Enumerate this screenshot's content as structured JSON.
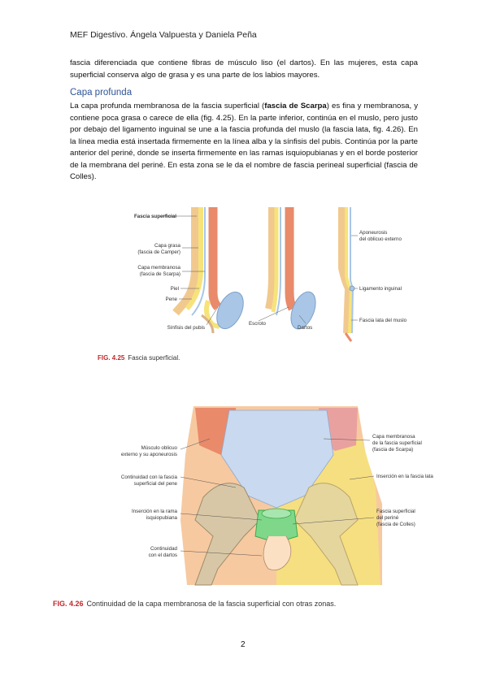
{
  "header": "MEF Digestivo. Ángela Valpuesta y Daniela Peña",
  "paragraph1": "fascia diferenciada que contiene fibras de músculo liso (el dartos). En las mujeres, esta capa superficial conserva algo de grasa y es una parte de los labios mayores.",
  "subheading": "Capa profunda",
  "paragraph2": {
    "part1": "La capa profunda membranosa de la fascia superficial (",
    "bold": "fascia de Scarpa",
    "part2": ") es fina y membranosa, y contiene poca grasa o carece de ella (fig. 4.25). En la parte inferior, continúa en el muslo, pero justo por debajo del ligamento inguinal se une a la fascia profunda del muslo (la fascia lata, fig. 4.26). En la línea media está insertada firmemente en la línea alba y la sínfisis del pubis. Continúa por la parte anterior del periné, donde se inserta firmemente en las ramas isquiopubianas y en el borde posterior de la membrana del periné. En esta zona se le da el nombre de fascia perineal superficial (fascia de Colles)."
  },
  "figure1": {
    "labels": {
      "fascia_superficial": "Fascia superficial",
      "capa_grasa_1": "Capa grasa",
      "capa_grasa_2": "(fascia de Camper)",
      "capa_membranosa_1": "Capa membranosa",
      "capa_membranosa_2": "(fascia de Scarpa)",
      "piel": "Piel",
      "pene": "Pene",
      "sinfisis": "Sínfisis del pubis",
      "escroto": "Escroto",
      "dartos": "Dartos",
      "aponeurosis_1": "Aponeurosis",
      "aponeurosis_2": "del oblicuo externo",
      "ligamento": "Ligamento inguinal",
      "fascia_lata": "Fascia lata del muslo"
    },
    "caption_num": "FIG. 4.25",
    "caption_text": "Fascia superficial."
  },
  "figure2": {
    "labels": {
      "musculo_1": "Músculo oblicuo",
      "musculo_2": "externo y su aponeurosis",
      "continuidad_pene_1": "Continuidad con la fascia",
      "continuidad_pene_2": "superficial del pene",
      "insercion_rama_1": "Inserción en la rama",
      "insercion_rama_2": "isquiopubiana",
      "continuidad_dartos_1": "Continuidad",
      "continuidad_dartos_2": "con el dartos",
      "capa_membranosa_1": "Capa membranosa",
      "capa_membranosa_2": "de la fascia superficial",
      "capa_membranosa_3": "(fascia de Scarpa)",
      "insercion_lata": "Inserción en la fascia lata",
      "fascia_perine_1": "Fascia superficial",
      "fascia_perine_2": "del periné",
      "fascia_perine_3": "(fascia de Colles)"
    },
    "caption_num": "FIG. 4.26",
    "caption_text": "Continuidad de la capa membranosa de la fascia superficial con otras zonas."
  },
  "page_number": "2",
  "colors": {
    "subheading": "#2e5596",
    "caption_num": "#c0282d",
    "skin": "#f7c9a0",
    "fat_yellow": "#f6e37a",
    "muscle": "#e98a6a",
    "scarpa_blue": "#a9c6e6",
    "colles_green": "#7fd88a"
  }
}
